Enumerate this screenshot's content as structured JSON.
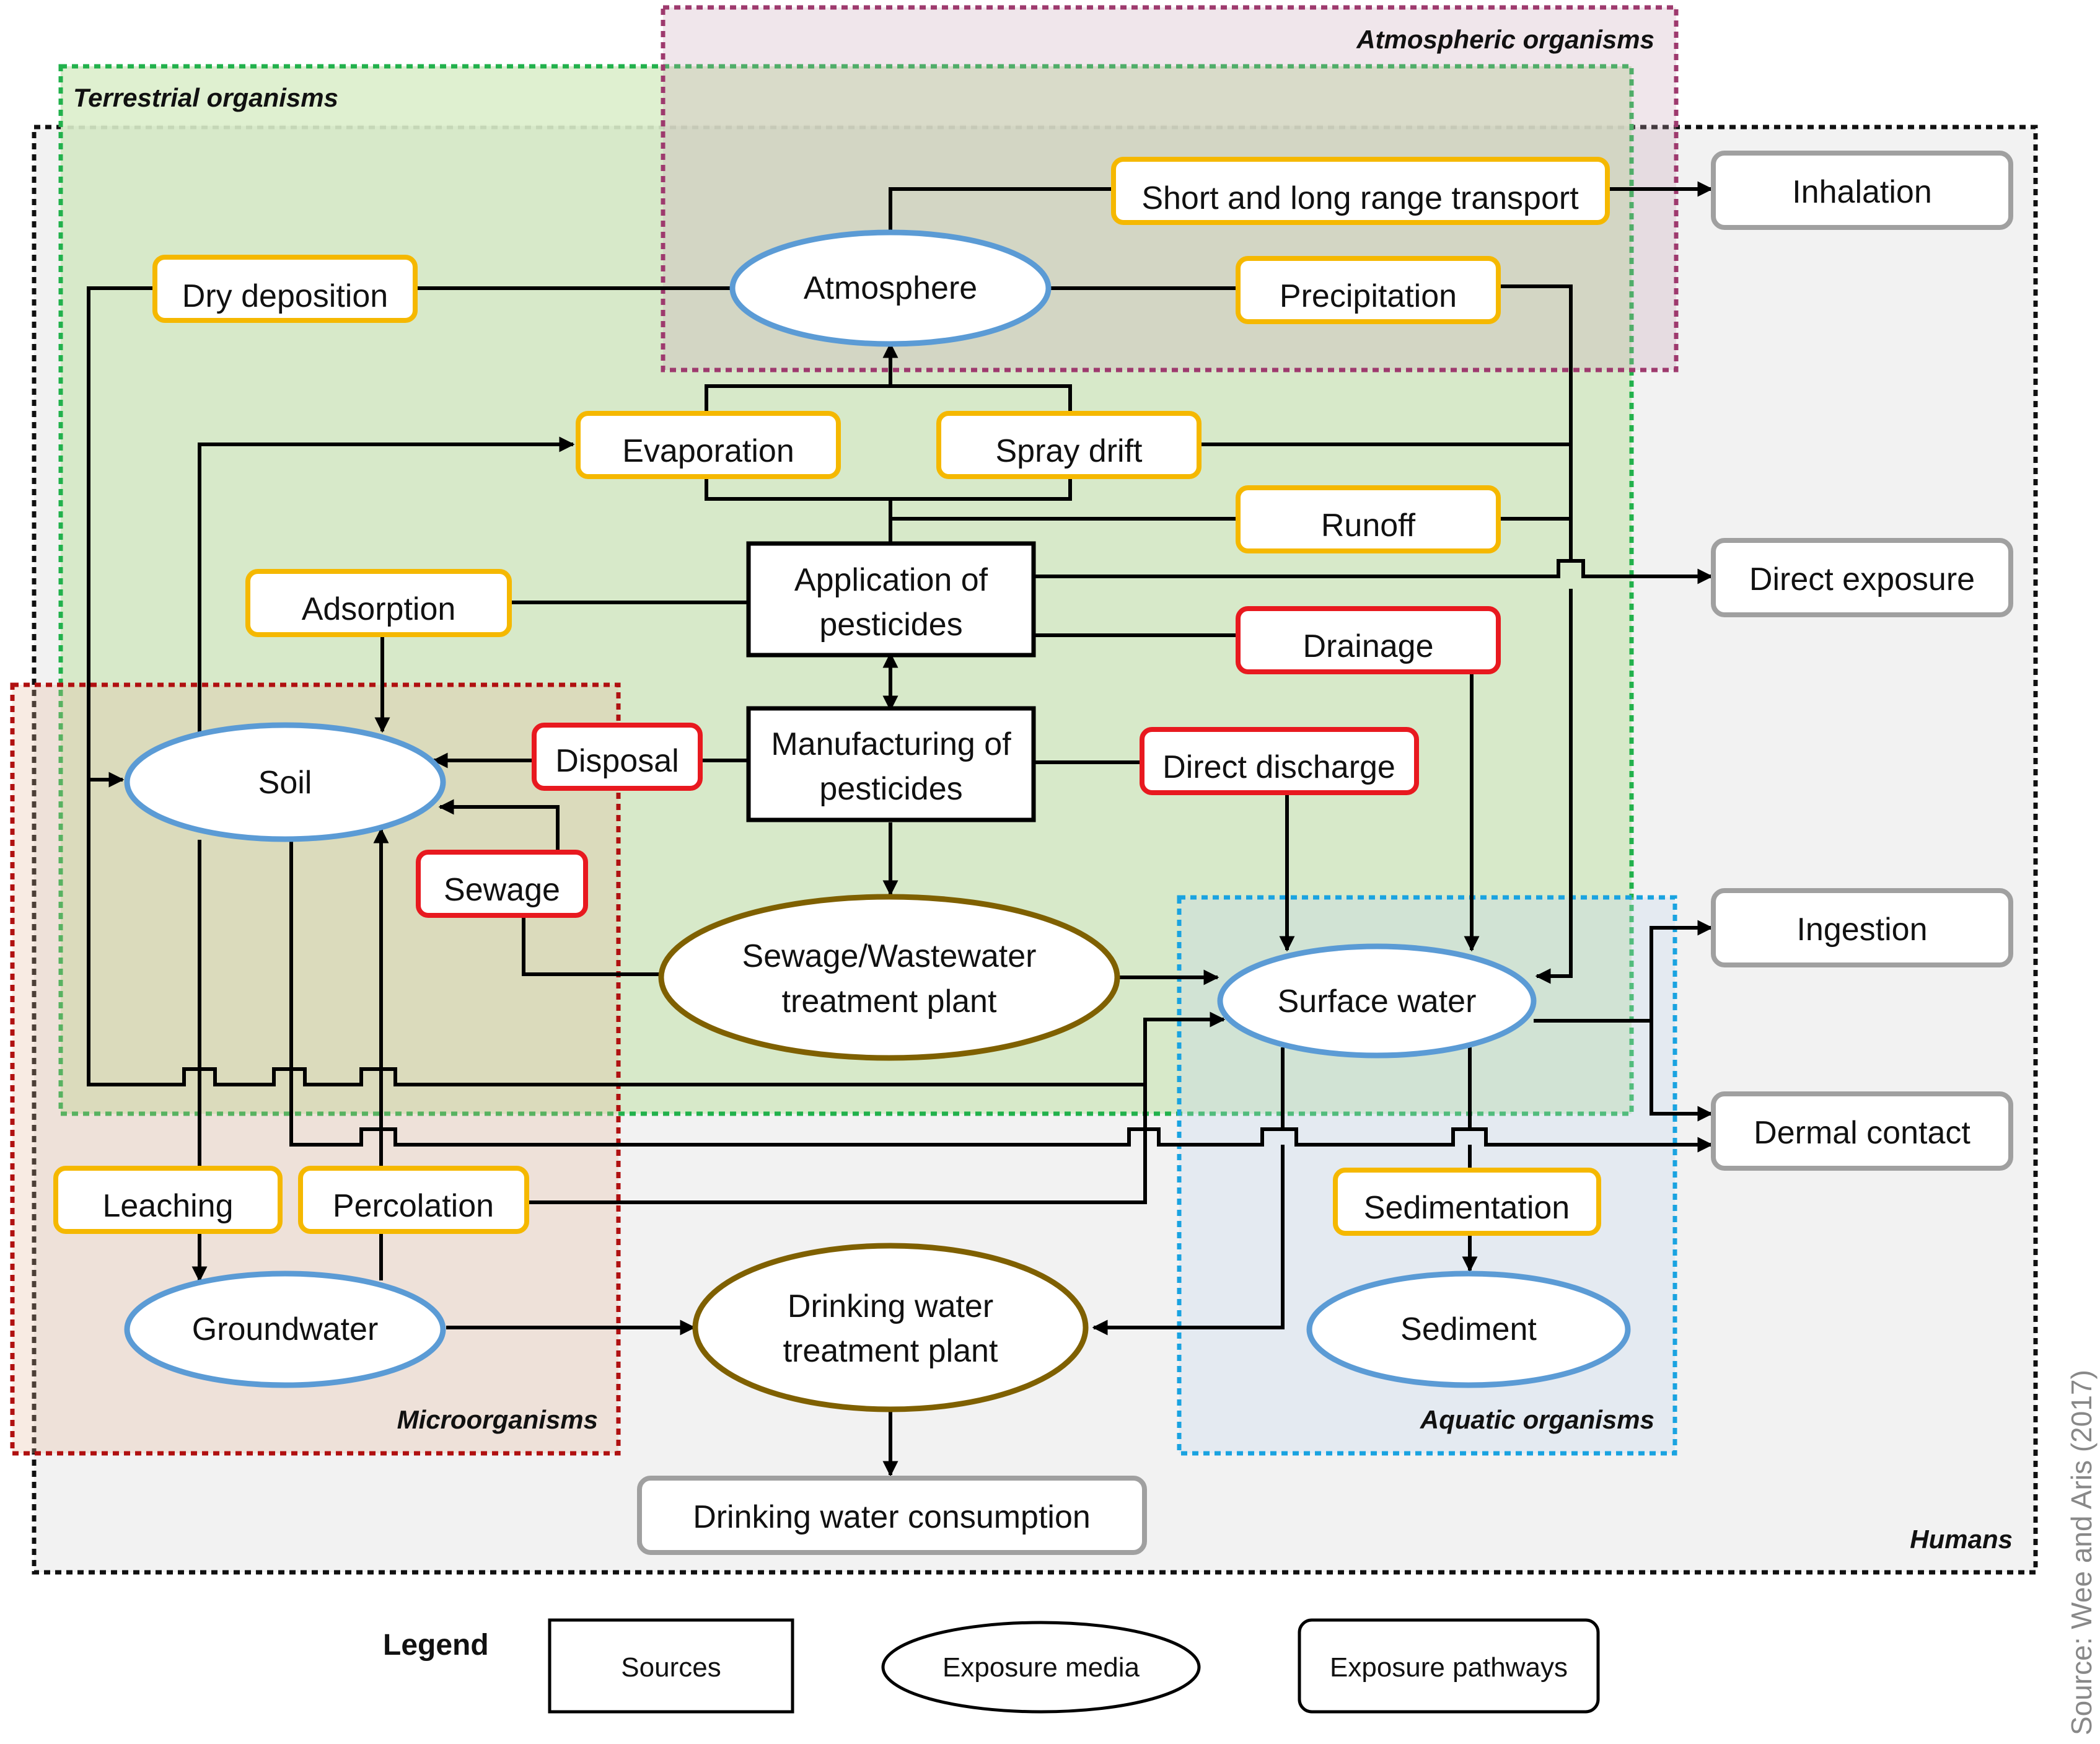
{
  "zones": {
    "atmospheric": "Atmospheric organisms",
    "terrestrial": "Terrestrial organisms",
    "humans": "Humans",
    "micro": "Microorganisms",
    "aquatic": "Aquatic organisms"
  },
  "sources": {
    "application": [
      "Application of",
      "pesticides"
    ],
    "manufacturing": [
      "Manufacturing of",
      "pesticides"
    ]
  },
  "media": {
    "atmosphere": "Atmosphere",
    "soil": "Soil",
    "groundwater": "Groundwater",
    "surface_water": "Surface water",
    "sediment": "Sediment",
    "sewage_plant": [
      "Sewage/Wastewater",
      "treatment plant"
    ],
    "drinking_plant": [
      "Drinking water",
      "treatment plant"
    ]
  },
  "pathways": {
    "short_long_transport": "Short and long range transport",
    "dry_deposition": "Dry deposition",
    "precipitation": "Precipitation",
    "evaporation": "Evaporation",
    "spray_drift": "Spray drift",
    "runoff": "Runoff",
    "adsorption": "Adsorption",
    "drainage": "Drainage",
    "disposal": "Disposal",
    "direct_discharge": "Direct discharge",
    "sewage": "Sewage",
    "leaching": "Leaching",
    "percolation": "Percolation",
    "sedimentation": "Sedimentation"
  },
  "exposure": {
    "inhalation": "Inhalation",
    "direct_exposure": "Direct exposure",
    "ingestion": "Ingestion",
    "dermal_contact": "Dermal contact",
    "drinking_consumption": "Drinking water consumption"
  },
  "legend": {
    "title": "Legend",
    "sources": "Sources",
    "media": "Exposure media",
    "pathways": "Exposure pathways"
  },
  "source_note": "Source: Wee and Aris (2017)",
  "colors": {
    "pathway_yellow": "#f5b800",
    "pathway_red": "#e8191f",
    "media_blue": "#5b9bd5",
    "plant_brown": "#7f6000",
    "exposure_gray": "#a0a0a0",
    "atmospheric_zone": "#9e3a6e",
    "terrestrial_zone": "#22b14c",
    "micro_zone": "#b01010",
    "aquatic_zone": "#1aa3e0",
    "humans_zone": "#111111"
  }
}
